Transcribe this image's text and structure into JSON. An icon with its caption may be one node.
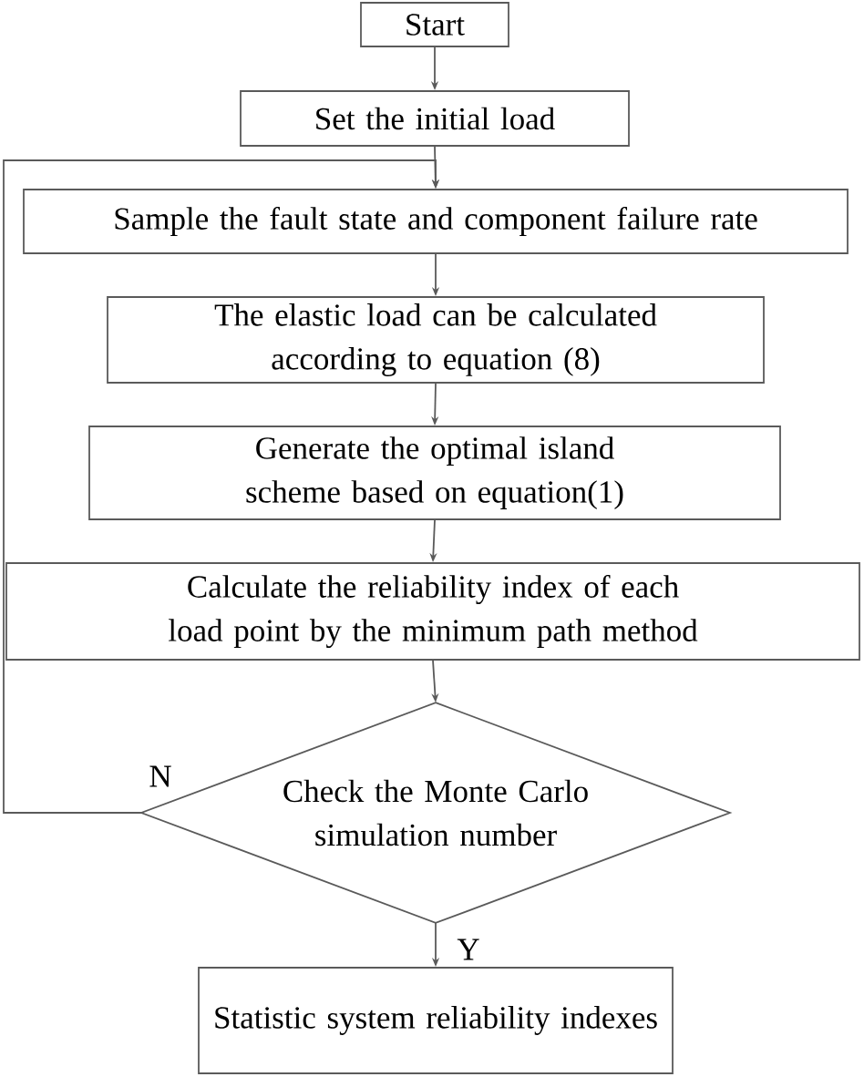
{
  "diagram": {
    "nodes": [
      {
        "text": [
          "Start"
        ]
      },
      {
        "text": [
          "Set the initial load"
        ]
      },
      {
        "text": [
          "Sample the fault state and component failure rate"
        ]
      },
      {
        "text": [
          "The elastic load can be calculated according to equation (8)"
        ]
      },
      {
        "text": [
          "Generate the optimal island scheme based on equation(1)"
        ]
      },
      {
        "text": [
          "Calculate the reliability index of each load point by the minimum path method"
        ]
      },
      {
        "text": [
          "Check the Monte Carlo simulation number"
        ]
      },
      {
        "text": [
          "Statistic system reliability indexes"
        ]
      }
    ],
    "edges": [
      {
        "from": 0,
        "to": 1,
        "arrow": "to"
      },
      {
        "from": 1,
        "to": 2,
        "arrow": "to"
      },
      {
        "from": 2,
        "to": 3,
        "arrow": "to"
      },
      {
        "from": 3,
        "to": 4,
        "arrow": "to"
      },
      {
        "from": 4,
        "to": 5,
        "arrow": "to"
      },
      {
        "from": 5,
        "to": 6,
        "arrow": "to"
      },
      {
        "from": 6,
        "to": 2,
        "arrow": "to",
        "label": "N"
      },
      {
        "from": 6,
        "to": 7,
        "arrow": "to",
        "label": "Y"
      }
    ]
  }
}
